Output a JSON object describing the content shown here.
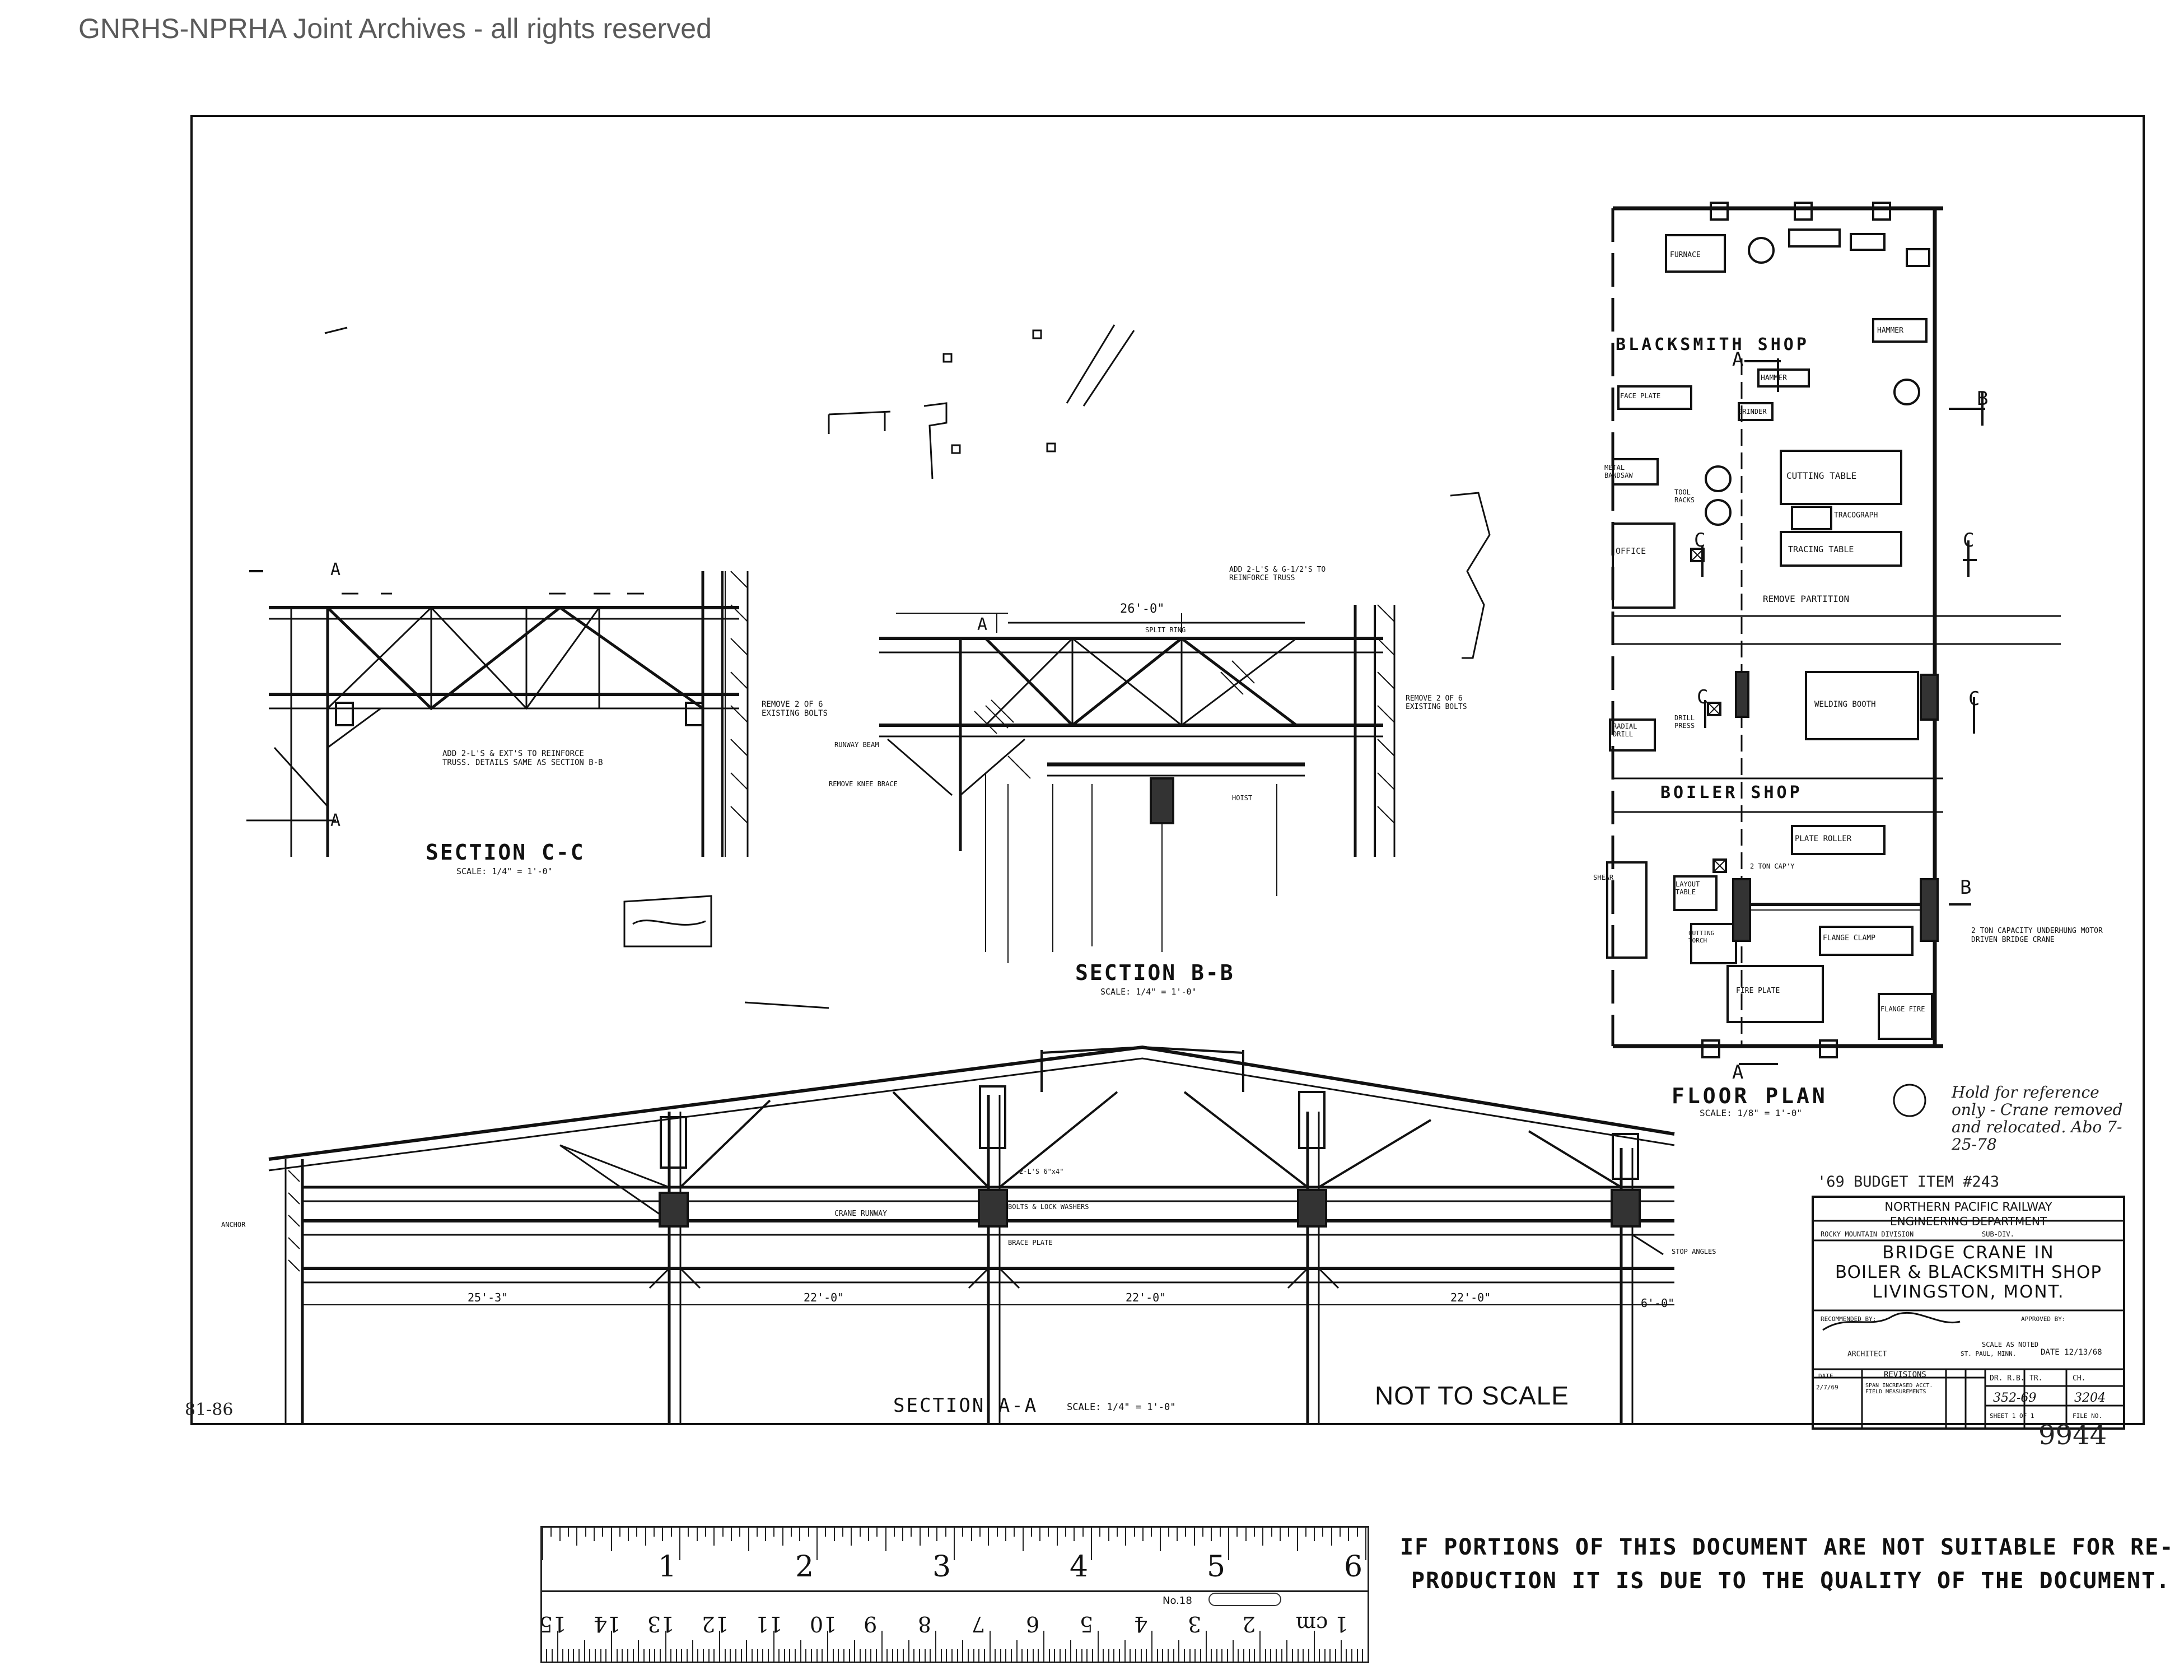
{
  "watermark": "GNRHS-NPRHA Joint Archives - all rights reserved",
  "floor_plan": {
    "blacksmith_shop": "BLACKSMITH SHOP",
    "boiler_shop": "BOILER SHOP",
    "title": "FLOOR PLAN",
    "scale": "SCALE: 1/8\" = 1'-0\"",
    "equipment": {
      "furnace": "FURNACE",
      "hammer_top": "HAMMER",
      "hammer": "HAMMER",
      "face_plate": "FACE PLATE",
      "grinder": "GRINDER",
      "metal_bandsaw": "METAL BANDSAW",
      "tool_racks": "TOOL RACKS",
      "cutting_table": "CUTTING TABLE",
      "tracograph": "TRACOGRAPH",
      "tracing_table": "TRACING TABLE",
      "office": "OFFICE",
      "remove_partition": "REMOVE PARTITION",
      "radial_drill": "RADIAL DRILL",
      "drill_press": "DRILL PRESS",
      "welding_booth": "WELDING BOOTH",
      "plate_roller": "PLATE ROLLER",
      "layout_table": "LAYOUT TABLE",
      "shear": "SHEAR",
      "ton_cap": "2 TON CAP'Y",
      "flange_clamp": "FLANGE CLAMP",
      "cutting_torch": "CUTTING TORCH",
      "fire_plate": "FIRE PLATE",
      "flange_fire": "FLANGE FIRE",
      "underhung_note": "2 TON CAPACITY UNDERHUNG MOTOR DRIVEN BRIDGE CRANE"
    },
    "markers": {
      "a": "A",
      "b": "B",
      "c": "C"
    }
  },
  "section_cc": {
    "title": "SECTION C-C",
    "scale": "SCALE: 1/4\" = 1'-0\"",
    "note_remove": "REMOVE 2 OF 6 EXISTING BOLTS",
    "note_add": "ADD 2-L'S & EXT'S TO REINFORCE TRUSS. DETAILS SAME AS SECTION B-B",
    "marker": "A"
  },
  "section_bb": {
    "title": "SECTION B-B",
    "scale": "SCALE: 1/4\" = 1'-0\"",
    "dim_top": "26'-0\"",
    "note_split_ring": "SPLIT RING",
    "note_add_ls": "ADD 2-L'S & G-1/2'S TO REINFORCE TRUSS",
    "note_remove_bolts": "REMOVE 2 OF 6 EXISTING BOLTS",
    "note_remove_knee": "REMOVE KNEE BRACE",
    "note_hoist": "HOIST",
    "note_runway": "RUNWAY BEAM",
    "marker": "A"
  },
  "section_aa": {
    "title": "SECTION A-A",
    "scale": "SCALE: 1/4\" = 1'-0\"",
    "dims": [
      "25'-3\"",
      "22'-0\"",
      "22'-0\"",
      "22'-0\"",
      "6'-0\""
    ],
    "note_anchor": "ANCHOR",
    "note_crane_runway": "CRANE RUNWAY",
    "note_bolts": "BOLTS & LOCK WASHERS",
    "note_brace_plate": "BRACE PLATE",
    "note_stop_angles": "STOP ANGLES",
    "note_ls": "2-L'S 6\"x4\""
  },
  "not_to_scale": "NOT TO SCALE",
  "sheet_corner": "81-86",
  "handwritten_note": "Hold for reference only - Crane removed and relocated. Abo 7-25-78",
  "title_block": {
    "budget": "'69 BUDGET ITEM #243",
    "company": "NORTHERN PACIFIC RAILWAY",
    "department": "ENGINEERING DEPARTMENT",
    "division": "ROCKY MOUNTAIN DIVISION",
    "subdiv": "SUB-DIV.",
    "title_l1": "BRIDGE CRANE IN",
    "title_l2": "BOILER & BLACKSMITH SHOP",
    "title_l3": "LIVINGSTON, MONT.",
    "recommended": "RECOMMENDED BY:",
    "approved": "APPROVED BY:",
    "scale": "SCALE AS NOTED",
    "architect": "ARCHITECT",
    "location": "ST. PAUL, MINN.",
    "date": "DATE 12/13/68",
    "revisions_head": "REVISIONS",
    "rev_date": "DATE",
    "rev_entry_date": "2/7/69",
    "rev_entry": "SPAN INCREASED ACCT. FIELD MEASUREMENTS",
    "dr": "DR. R.B.",
    "tr": "TR.",
    "ch": "CH.",
    "afe": "352-69",
    "job": "3204",
    "sheet": "SHEET 1 OF 1",
    "file_no": "FILE NO.",
    "drawing_number": "9944"
  },
  "ruler": {
    "inches": [
      "1",
      "2",
      "3",
      "4",
      "5",
      "6"
    ],
    "model": "No.18",
    "cm": [
      "15",
      "14",
      "13",
      "12",
      "11",
      "10",
      "9",
      "8",
      "7",
      "6",
      "5",
      "4",
      "3",
      "2",
      "1 cm"
    ]
  },
  "quality_notice": {
    "line1": "IF PORTIONS OF THIS DOCUMENT ARE NOT SUITABLE FOR RE-",
    "line2": "PRODUCTION IT IS DUE TO THE QUALITY OF THE DOCUMENT."
  }
}
